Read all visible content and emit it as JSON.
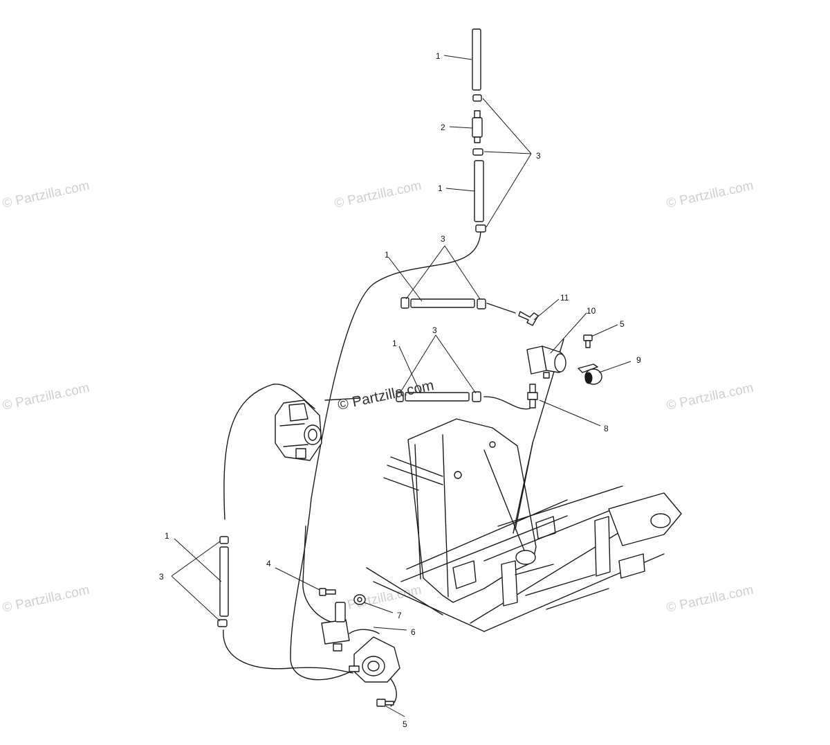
{
  "watermark": "© Partzilla.com",
  "callouts": {
    "c1_a": "1",
    "c2": "2",
    "c3_a": "3",
    "c1_b": "1",
    "c1_c": "1",
    "c3_b": "3",
    "c11": "11",
    "c10": "10",
    "c5_a": "5",
    "c9": "9",
    "c1_d": "1",
    "c3_c": "3",
    "c8": "8",
    "c1_e": "1",
    "c3_d": "3",
    "c4": "4",
    "c7": "7",
    "c6": "6",
    "c5_b": "5"
  }
}
